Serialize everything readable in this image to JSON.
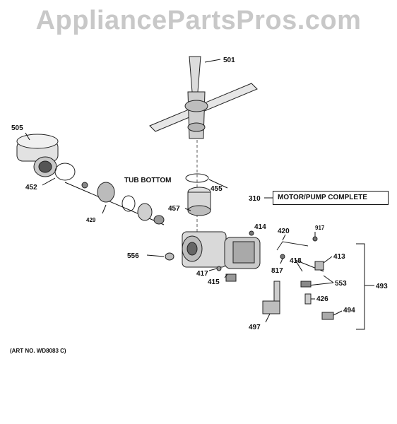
{
  "watermark": "AppliancePartsPros.com",
  "captions": {
    "tub_bottom": "TUB BOTTOM",
    "motor_pump": "MOTOR/PUMP COMPLETE",
    "art_no": "(ART NO. WD8083 C)"
  },
  "callouts": {
    "c501": "501",
    "c505": "505",
    "c452": "452",
    "c455": "455",
    "c310": "310",
    "c429": "429",
    "c457": "457",
    "c414": "414",
    "c420": "420",
    "c917": "917",
    "c556": "556",
    "c418": "418",
    "c413": "413",
    "c417": "417",
    "c817": "817",
    "c415": "415",
    "c553": "553",
    "c493": "493",
    "c426": "426",
    "c494": "494",
    "c497": "497"
  }
}
